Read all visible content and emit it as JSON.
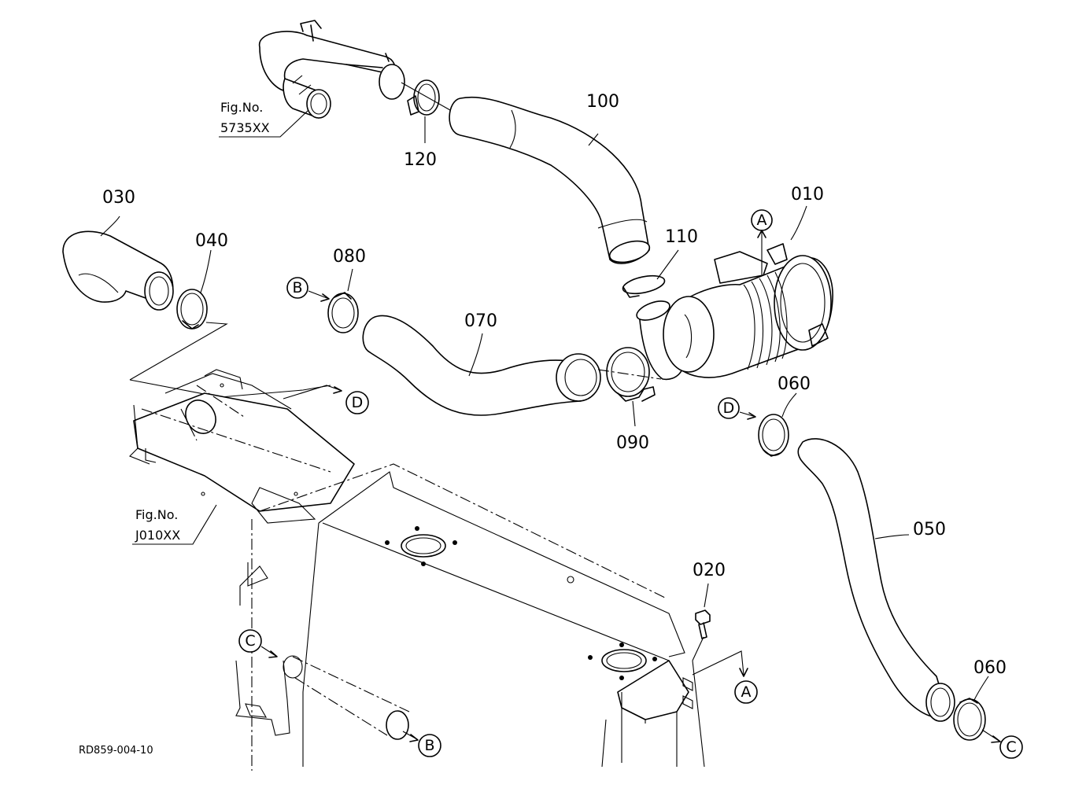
{
  "drawing_code": "RD859-004-10",
  "fig_refs": [
    {
      "line1": "Fig.No.",
      "line2": "5735XX"
    },
    {
      "line1": "Fig.No.",
      "line2": "J010XX"
    }
  ],
  "part_labels": {
    "p010": "010",
    "p020": "020",
    "p030": "030",
    "p040": "040",
    "p050": "050",
    "p060a": "060",
    "p060b": "060",
    "p070": "070",
    "p080": "080",
    "p090": "090",
    "p100": "100",
    "p110": "110",
    "p120": "120"
  },
  "connectors": {
    "a_top": "A",
    "a_bottom": "A",
    "b_left": "B",
    "b_bottom": "B",
    "c_left": "C",
    "c_right": "C",
    "d_upper": "D",
    "d_right": "D"
  }
}
